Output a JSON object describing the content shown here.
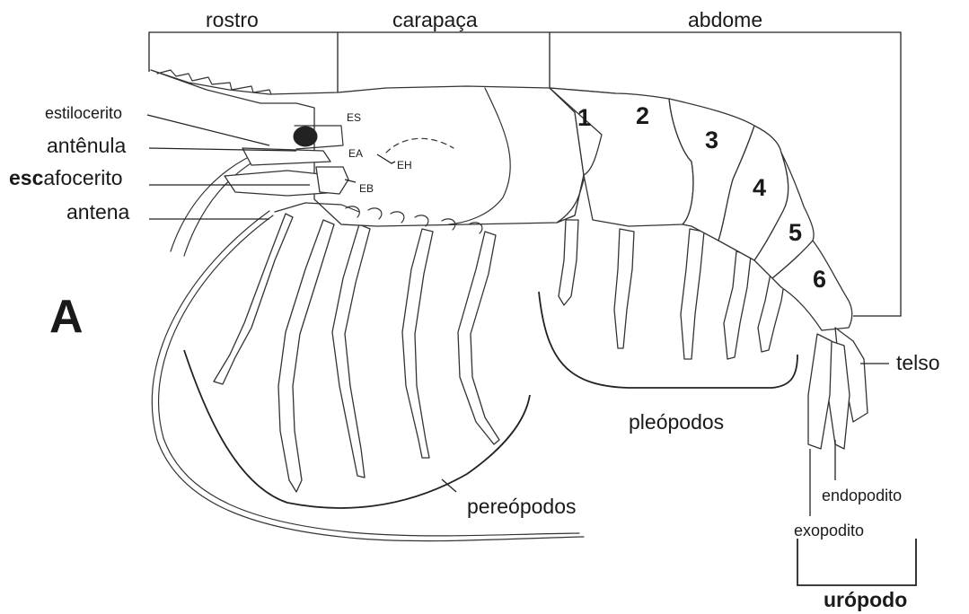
{
  "panel_label": "A",
  "regions": {
    "rostro": "rostro",
    "carapaca": "carapaça",
    "abdome": "abdome"
  },
  "head_labels": {
    "estilocerito": "estilocerito",
    "antenula": "antênula",
    "escafocerito_bold": "esc",
    "escafocerito_rest": "afocerito",
    "antena": "antena"
  },
  "small_labels": {
    "es": "ES",
    "ea": "EA",
    "eh": "EH",
    "eb": "EB"
  },
  "segments": [
    "1",
    "2",
    "3",
    "4",
    "5",
    "6"
  ],
  "appendages": {
    "pleopodos": "pleópodos",
    "pereopodos": "pereópodos",
    "telso": "telso",
    "endopodito": "endopodito",
    "exopodito": "exopodito",
    "uropodo": "urópodo"
  }
}
